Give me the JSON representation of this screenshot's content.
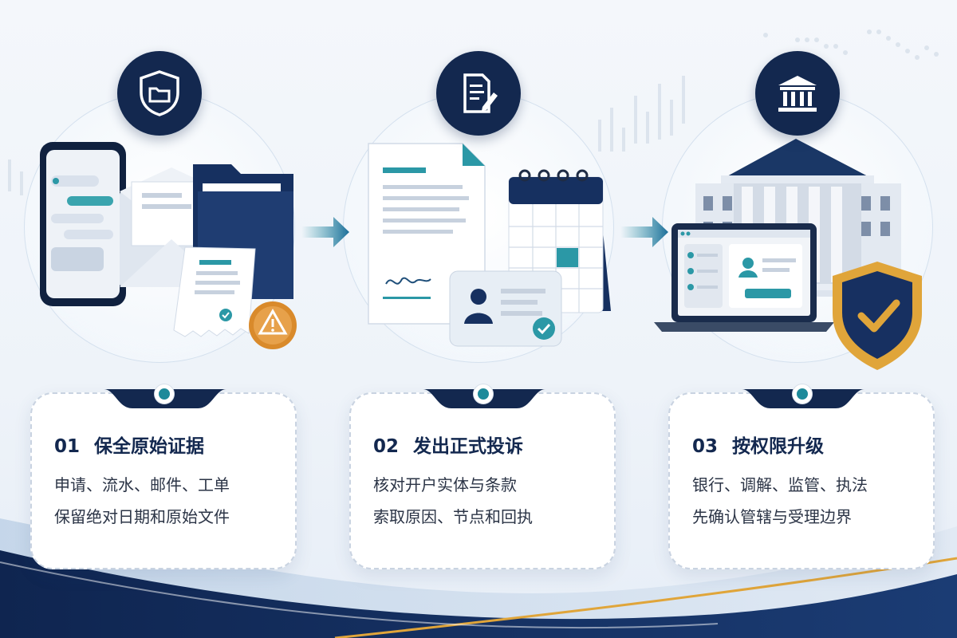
{
  "steps": [
    {
      "number": "01",
      "title": "保全原始证据",
      "line1": "申请、流水、邮件、工单",
      "line2": "保留绝对日期和原始文件",
      "badge_icon": "shield-folder-icon"
    },
    {
      "number": "02",
      "title": "发出正式投诉",
      "line1": "核对开户实体与条款",
      "line2": "索取原因、节点和回执",
      "badge_icon": "document-pen-icon"
    },
    {
      "number": "03",
      "title": "按权限升级",
      "line1": "银行、调解、监管、执法",
      "line2": "先确认管辖与受理边界",
      "badge_icon": "bank-building-icon"
    }
  ],
  "colors": {
    "navy": "#13284f",
    "teal": "#1d8a9a",
    "gold": "#e0a53a",
    "orange": "#d98a2b"
  }
}
